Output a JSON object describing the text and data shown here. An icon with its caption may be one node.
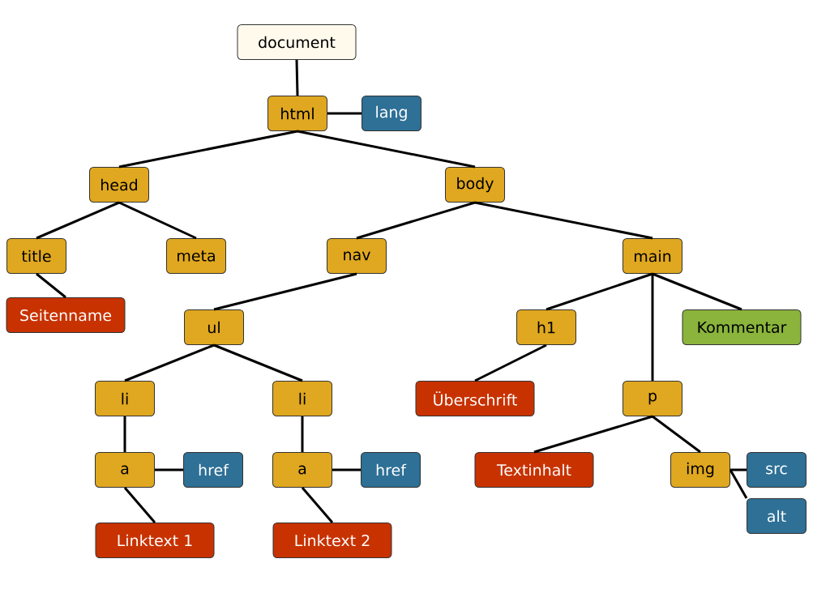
{
  "diagram": {
    "nodes": [
      {
        "text": [
          "document"
        ]
      },
      {
        "text": [
          "html"
        ]
      },
      {
        "text": [
          "lang"
        ]
      },
      {
        "text": [
          "head"
        ]
      },
      {
        "text": [
          "body"
        ]
      },
      {
        "text": [
          "title"
        ]
      },
      {
        "text": [
          "meta"
        ]
      },
      {
        "text": [
          "nav"
        ]
      },
      {
        "text": [
          "main"
        ]
      },
      {
        "text": [
          "Seitenname"
        ]
      },
      {
        "text": [
          "ul"
        ]
      },
      {
        "text": [
          "h1"
        ]
      },
      {
        "text": [
          "Kommentar"
        ]
      },
      {
        "text": [
          "li"
        ]
      },
      {
        "text": [
          "li"
        ]
      },
      {
        "text": [
          "Überschrift"
        ]
      },
      {
        "text": [
          "p"
        ]
      },
      {
        "text": [
          "a"
        ]
      },
      {
        "text": [
          "href"
        ]
      },
      {
        "text": [
          "a"
        ]
      },
      {
        "text": [
          "href"
        ]
      },
      {
        "text": [
          "Textinhalt"
        ]
      },
      {
        "text": [
          "img"
        ]
      },
      {
        "text": [
          "src"
        ]
      },
      {
        "text": [
          "alt"
        ]
      },
      {
        "text": [
          "Linktext 1"
        ]
      },
      {
        "text": [
          "Linktext 2"
        ]
      }
    ],
    "edges": [
      {
        "from": 0,
        "to": 1,
        "arrow": "none"
      },
      {
        "from": 1,
        "to": 2,
        "arrow": "none"
      },
      {
        "from": 1,
        "to": 3,
        "arrow": "none"
      },
      {
        "from": 1,
        "to": 4,
        "arrow": "none"
      },
      {
        "from": 3,
        "to": 5,
        "arrow": "none"
      },
      {
        "from": 3,
        "to": 6,
        "arrow": "none"
      },
      {
        "from": 4,
        "to": 7,
        "arrow": "none"
      },
      {
        "from": 4,
        "to": 8,
        "arrow": "none"
      },
      {
        "from": 5,
        "to": 9,
        "arrow": "none"
      },
      {
        "from": 7,
        "to": 10,
        "arrow": "none"
      },
      {
        "from": 8,
        "to": 11,
        "arrow": "none"
      },
      {
        "from": 8,
        "to": 16,
        "arrow": "none"
      },
      {
        "from": 8,
        "to": 12,
        "arrow": "none"
      },
      {
        "from": 10,
        "to": 13,
        "arrow": "none"
      },
      {
        "from": 10,
        "to": 14,
        "arrow": "none"
      },
      {
        "from": 11,
        "to": 15,
        "arrow": "none"
      },
      {
        "from": 13,
        "to": 17,
        "arrow": "none"
      },
      {
        "from": 14,
        "to": 19,
        "arrow": "none"
      },
      {
        "from": 17,
        "to": 18,
        "arrow": "none"
      },
      {
        "from": 19,
        "to": 20,
        "arrow": "none"
      },
      {
        "from": 16,
        "to": 21,
        "arrow": "none"
      },
      {
        "from": 16,
        "to": 22,
        "arrow": "none"
      },
      {
        "from": 22,
        "to": 23,
        "arrow": "none"
      },
      {
        "from": 22,
        "to": 24,
        "arrow": "none"
      },
      {
        "from": 17,
        "to": 25,
        "arrow": "none"
      },
      {
        "from": 19,
        "to": 26,
        "arrow": "none"
      }
    ]
  }
}
